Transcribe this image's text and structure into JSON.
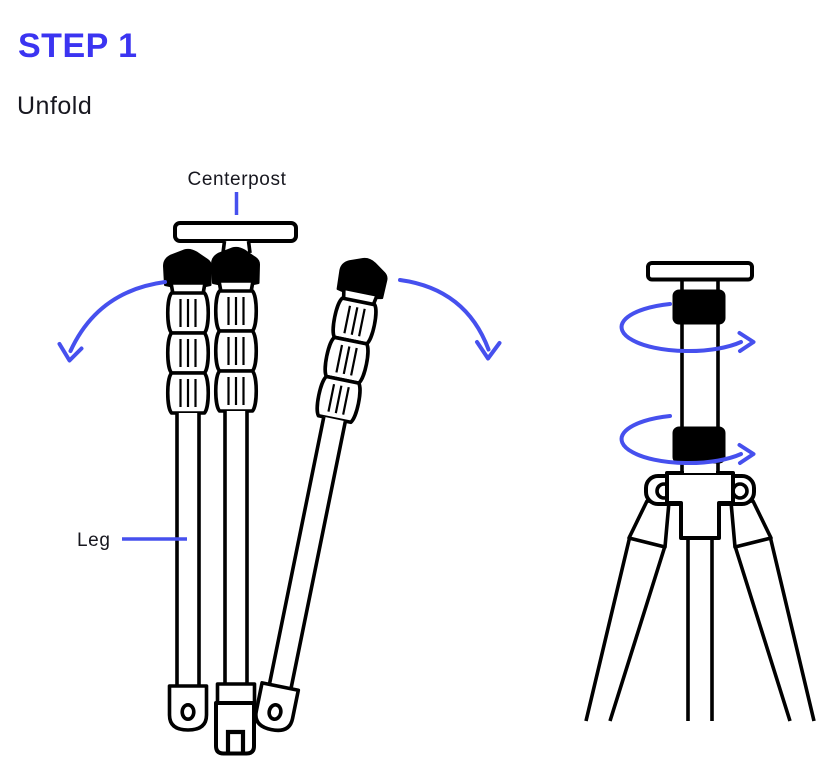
{
  "header": {
    "step": "STEP 1",
    "action": "Unfold"
  },
  "diagram": {
    "left": {
      "labels": {
        "centerpost": "Centerpost",
        "leg": "Leg"
      },
      "icons": {
        "left_arrow": "curved-unfold-arrow-down-left",
        "right_arrow": "curved-unfold-arrow-down-right"
      }
    },
    "right": {
      "icons": {
        "upper_arrow": "rotation-arrow-around-centerpost",
        "lower_arrow": "rotation-arrow-around-centerpost"
      }
    }
  },
  "colors": {
    "title": "#3b34f1",
    "accent": "#4650ee",
    "ink": "#000000",
    "text": "#17171f",
    "background": "#ffffff"
  }
}
